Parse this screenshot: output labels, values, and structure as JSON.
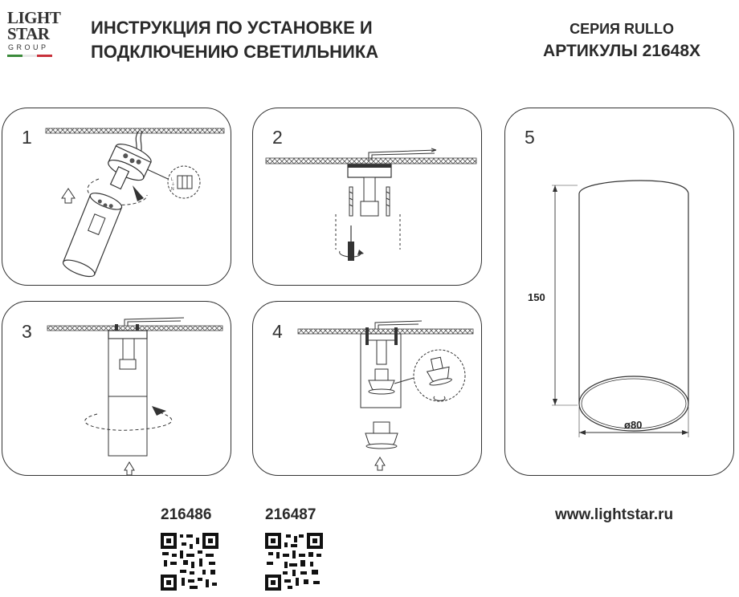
{
  "logo": {
    "line1": "LIGHT",
    "line2": "STAR",
    "line3": "GROUP",
    "stripe_colors": [
      "#3a8a3a",
      "#ffffff",
      "#c8303a"
    ]
  },
  "header": {
    "title_line1": "ИНСТРУКЦИЯ ПО УСТАНОВКЕ И",
    "title_line2": "ПОДКЛЮЧЕНИЮ СВЕТИЛЬНИКА",
    "series": "СЕРИЯ RULLO",
    "articles": "АРТИКУЛЫ 21648X"
  },
  "panels": [
    {
      "number": "1"
    },
    {
      "number": "2"
    },
    {
      "number": "3"
    },
    {
      "number": "4"
    },
    {
      "number": "5"
    }
  ],
  "dimensions": {
    "height": "150",
    "diameter": "ø80"
  },
  "wiring_labels": [
    "L",
    "⏚",
    "N"
  ],
  "footer": {
    "code1": "216486",
    "code2": "216487",
    "website": "www.lightstar.ru"
  }
}
